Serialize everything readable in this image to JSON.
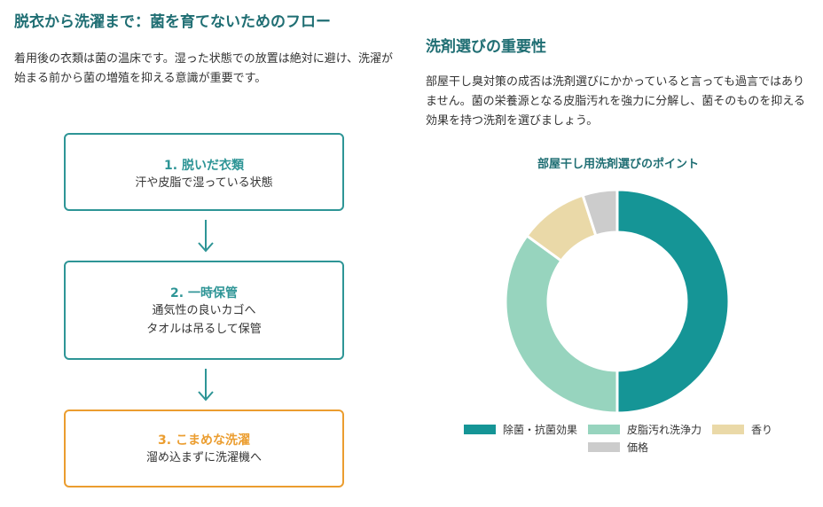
{
  "left": {
    "title": "脱衣から洗濯まで：菌を育てないためのフロー",
    "intro": "着用後の衣類は菌の温床です。湿った状態での放置は絶対に避け、洗濯が始まる前から菌の増殖を抑える意識が重要です。",
    "steps": [
      {
        "title": "1. 脱いだ衣類",
        "lines": [
          "汗や皮脂で湿っている状態"
        ]
      },
      {
        "title": "2. 一時保管",
        "lines": [
          "通気性の良いカゴへ",
          "タオルは吊るして保管"
        ]
      },
      {
        "title": "3. こまめな洗濯",
        "lines": [
          "溜め込まずに洗濯機へ"
        ]
      }
    ],
    "colors": {
      "teal": "#2e9596",
      "orange": "#eb9d2f"
    }
  },
  "right": {
    "title": "洗剤選びの重要性",
    "body": "部屋干し臭対策の成否は洗剤選びにかかっていると言っても過言ではありません。菌の栄養源となる皮脂汚れを強力に分解し、菌そのものを抑える効果を持つ洗剤を選びましょう。"
  },
  "chart_data": {
    "type": "pie",
    "style": "donut",
    "title": "部屋干し用洗剤選びのポイント",
    "categories": [
      "除菌・抗菌効果",
      "皮脂汚れ洗浄力",
      "香り",
      "価格"
    ],
    "values": [
      50,
      35,
      10,
      5
    ],
    "colors": [
      "#159596",
      "#97d4be",
      "#ead9a8",
      "#cccccc"
    ],
    "legend_position": "bottom"
  }
}
